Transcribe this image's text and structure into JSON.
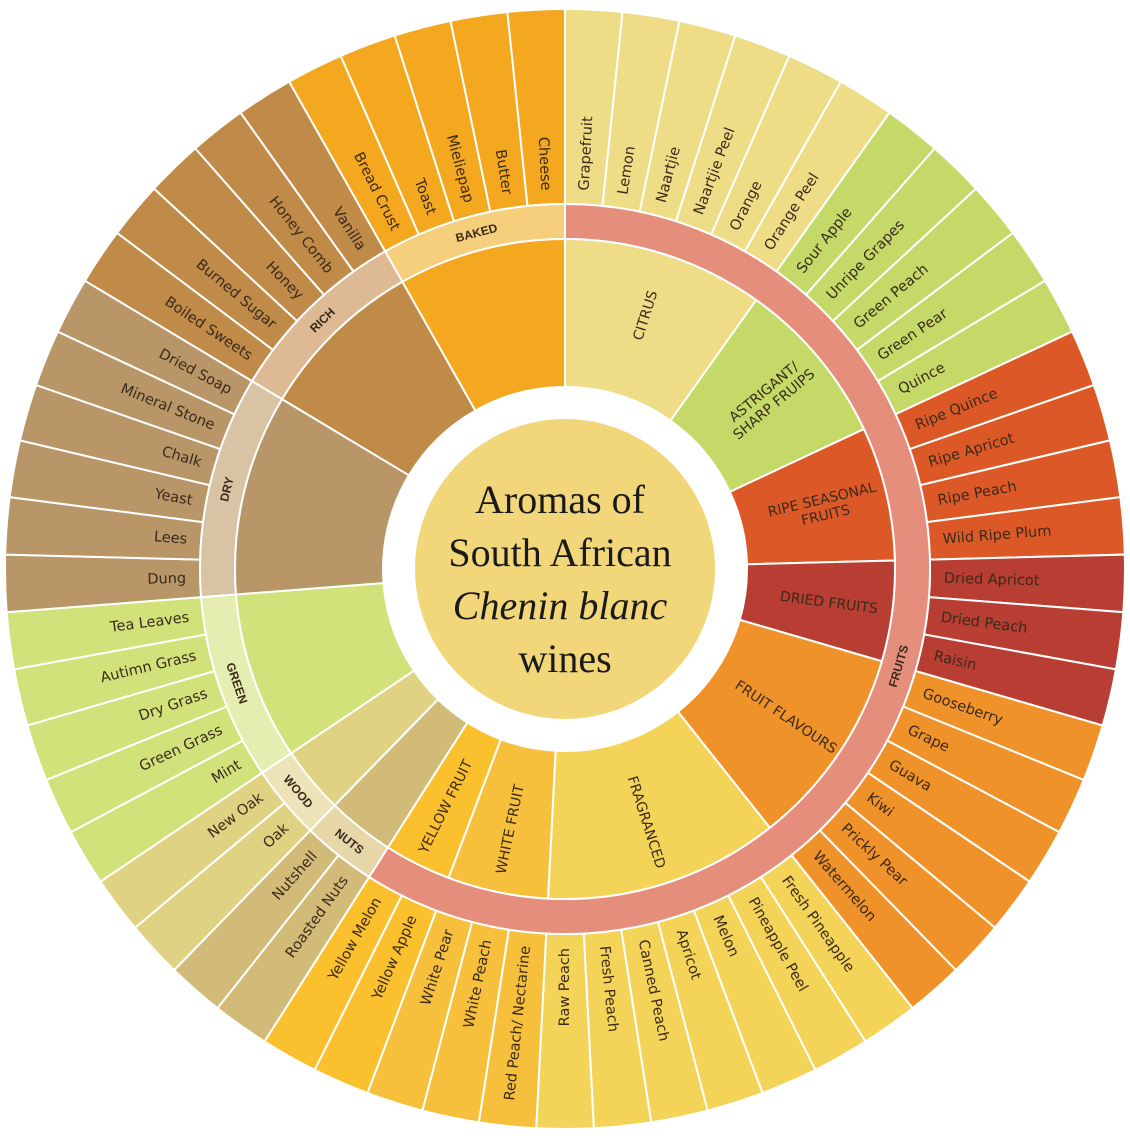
{
  "title_lines": [
    "Aromas of",
    "South African",
    "Chenin blanc",
    "wines"
  ],
  "italic_line_index": 2,
  "colors": {
    "center": "#f2d77a",
    "stroke": "#ffffff"
  },
  "chart_data": {
    "type": "sunburst",
    "groups": [
      {
        "name": "FRUITS",
        "color": "#e58e7b",
        "label_color": "#3a2a1a",
        "categories": [
          {
            "name": "CITRUS",
            "color": "#efdc86",
            "leaves": [
              "Grapefruit",
              "Lemon",
              "Naartjie",
              "Naartjie Peel",
              "Orange",
              "Orange Peel"
            ]
          },
          {
            "name": "ASTRIGANT/\nSHARP FRUIPS",
            "color": "#c5d968",
            "leaves": [
              "Sour Apple",
              "Unripe Grapes",
              "Green Peach",
              "Green Pear",
              "Quince"
            ]
          },
          {
            "name": "RIPE SEASONAL\nFRUITS",
            "color": "#dc5927",
            "leaves": [
              "Ripe Quince",
              "Ripe Apricot",
              "Ripe Peach",
              "Wild Ripe Plum"
            ]
          },
          {
            "name": "DRIED FRUITS",
            "color": "#b83d32",
            "leaves": [
              "Dried Apricot",
              "Dried Peach",
              "Raisin"
            ]
          },
          {
            "name": "FRUIT FLAVOURS",
            "color": "#f0922a",
            "leaves": [
              "Gooseberry",
              "Grape",
              "Guava",
              "Kiwi",
              "Prickly Pear",
              "Watermelon"
            ]
          },
          {
            "name": "FRAGRANCED",
            "color": "#f4d458",
            "leaves": [
              "Fresh Pineapple",
              "Pineapple Peel",
              "Melon",
              "Apricot",
              "Canned Peach",
              "Fresh Peach",
              "Raw Peach"
            ]
          },
          {
            "name": "WHITE FRUIT",
            "color": "#f6bf3c",
            "leaves": [
              "Red Peach/ Nectarine",
              "White Peach",
              "White Pear"
            ]
          },
          {
            "name": "YELLOW FRUIT",
            "color": "#fbc02d",
            "leaves": [
              "Yellow Apple",
              "Yellow Melon"
            ]
          }
        ]
      },
      {
        "name": "NUTS",
        "color": "#e6d6a8",
        "label_color": "#3a2a1a",
        "categories": [
          {
            "name": "",
            "color": "#d2bb78",
            "leaves": [
              "Roasted Nuts",
              "Nutshell"
            ]
          }
        ]
      },
      {
        "name": "WOOD",
        "color": "#ece3b8",
        "label_color": "#3a2a1a",
        "categories": [
          {
            "name": "",
            "color": "#e0d283",
            "leaves": [
              "Oak",
              "New Oak"
            ]
          }
        ]
      },
      {
        "name": "GREEN",
        "color": "#e5eeb0",
        "label_color": "#3a2a1a",
        "categories": [
          {
            "name": "",
            "color": "#d2e27a",
            "leaves": [
              "Mint",
              "Green Grass",
              "Dry Grass",
              "Autimn Grass",
              "Tea Leaves"
            ]
          }
        ]
      },
      {
        "name": "DRY",
        "color": "#d8c3a5",
        "label_color": "#3a2a1a",
        "categories": [
          {
            "name": "",
            "color": "#b89668",
            "leaves": [
              "Dung",
              "Lees",
              "Yeast",
              "Chalk",
              "Mineral Stone",
              "Dried Soap"
            ]
          }
        ]
      },
      {
        "name": "RICH",
        "color": "#ddb994",
        "label_color": "#3a2a1a",
        "categories": [
          {
            "name": "",
            "color": "#c08a48",
            "leaves": [
              "Boiled Sweets",
              "Burned Sugar",
              "Honey",
              "Honey Comb",
              "Vanilla"
            ]
          }
        ]
      },
      {
        "name": "BAKED",
        "color": "#f6cf7c",
        "label_color": "#3a2a1a",
        "categories": [
          {
            "name": "",
            "color": "#f3a820",
            "leaves": [
              "Bread Crust",
              "Toast",
              "Mieliepap",
              "Butter",
              "Cheese"
            ]
          }
        ]
      }
    ]
  }
}
